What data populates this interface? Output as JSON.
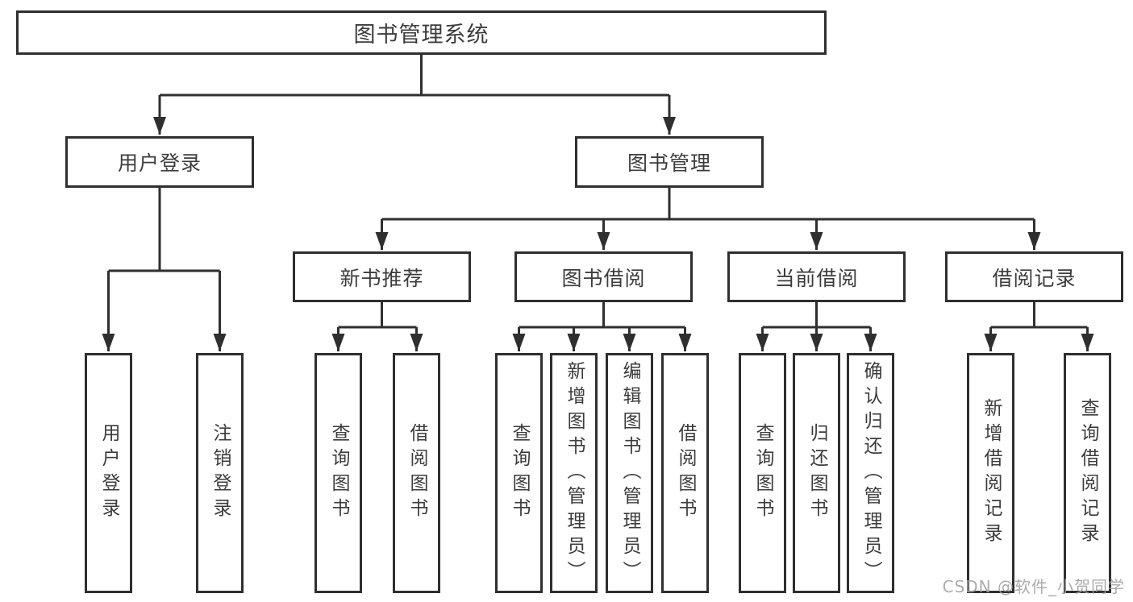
{
  "diagram": {
    "root": {
      "label": "图书管理系统"
    },
    "branches": [
      {
        "label": "用户登录",
        "children": [
          {
            "label": "用户登录"
          },
          {
            "label": "注销登录"
          }
        ]
      },
      {
        "label": "图书管理",
        "sections": [
          {
            "label": "新书推荐",
            "children": [
              {
                "label": "查询图书"
              },
              {
                "label": "借阅图书"
              }
            ]
          },
          {
            "label": "图书借阅",
            "children": [
              {
                "label": "查询图书"
              },
              {
                "label": "新增图书（管理员）"
              },
              {
                "label": "编辑图书（管理员）"
              },
              {
                "label": "借阅图书"
              }
            ]
          },
          {
            "label": "当前借阅",
            "children": [
              {
                "label": "查询图书"
              },
              {
                "label": "归还图书"
              },
              {
                "label": "确认归还（管理员）"
              }
            ]
          },
          {
            "label": "借阅记录",
            "children": [
              {
                "label": "新增借阅记录"
              },
              {
                "label": "查询借阅记录"
              }
            ]
          }
        ]
      }
    ]
  },
  "watermark": {
    "text": "CSDN @软件_小贺同学"
  },
  "colors": {
    "line": "#2f2f2f",
    "text": "#3c3c3c",
    "watermark": "#a3a3a3",
    "background": "#ffffff"
  }
}
